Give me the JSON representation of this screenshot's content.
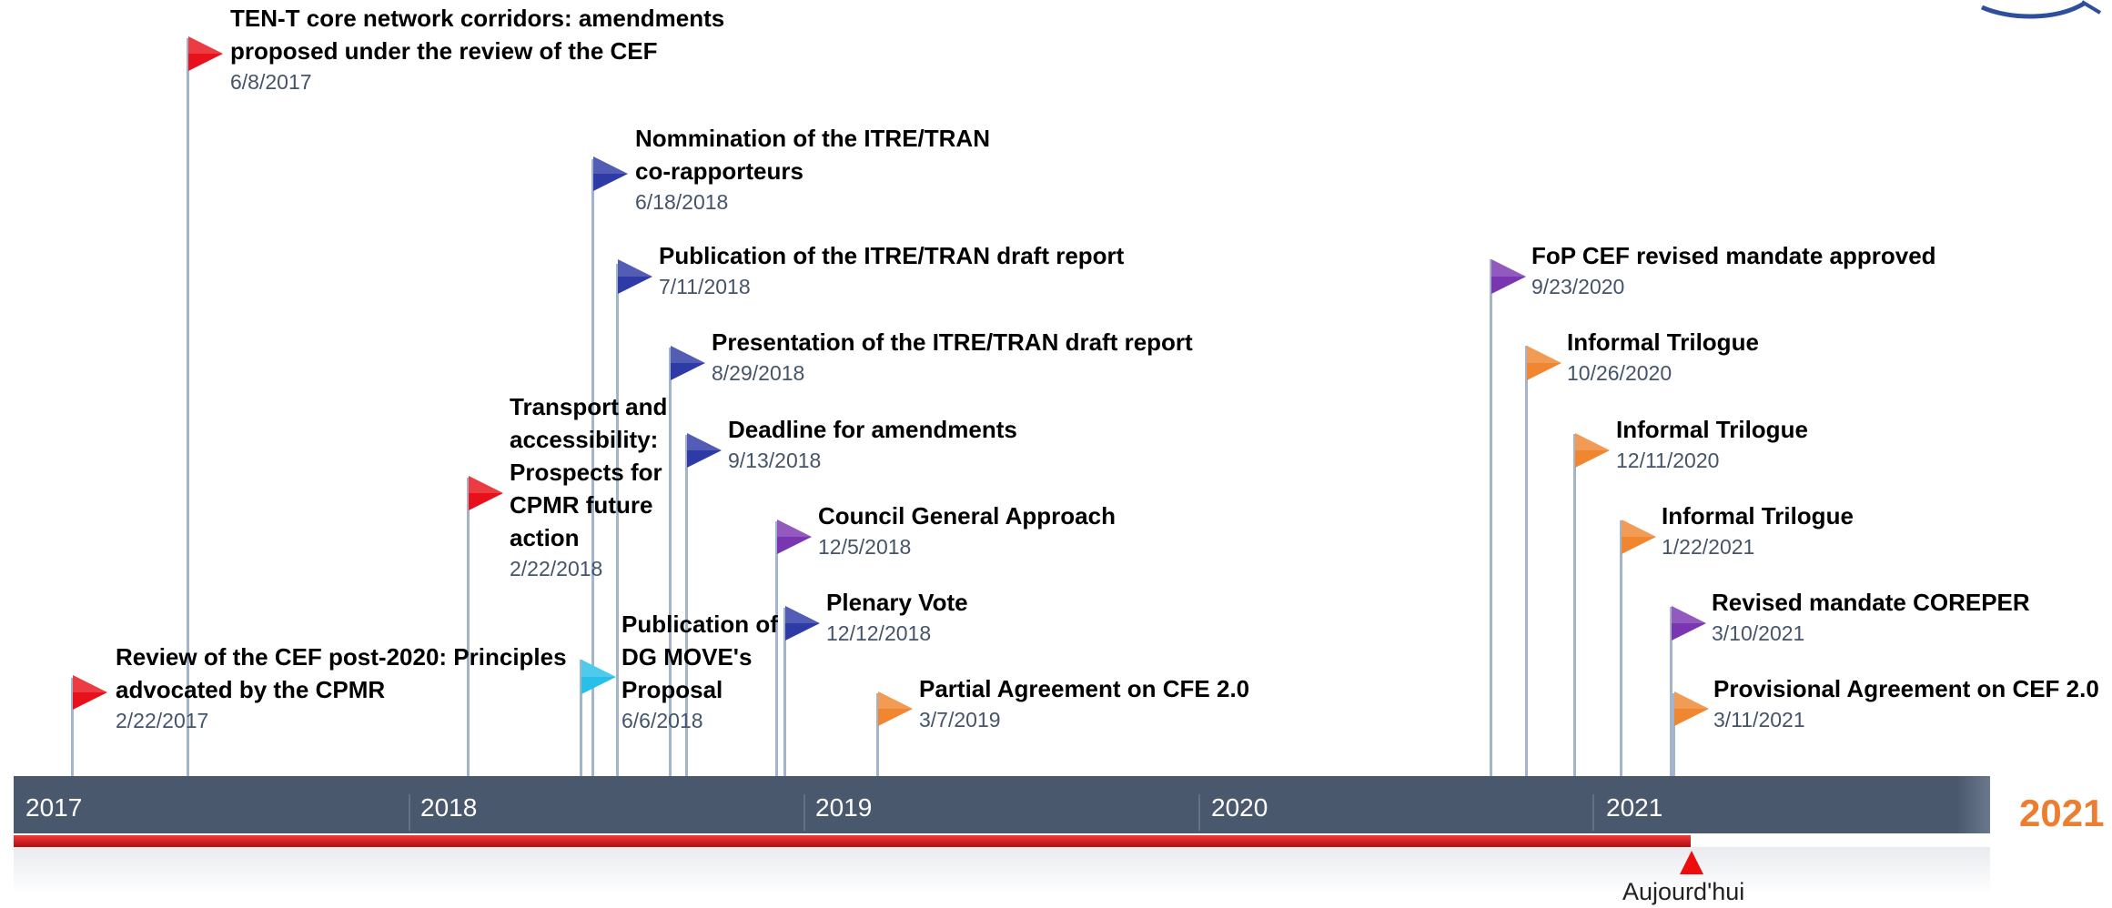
{
  "timeline": {
    "years": [
      "2017",
      "2018",
      "2019",
      "2020",
      "2021"
    ],
    "end_year_label": "2021",
    "today_label": "Aujourd'hui",
    "colors": {
      "band": "#4a586e",
      "progress": "#e31b1b",
      "end_year": "#ed7d31",
      "date_text": "#44546a",
      "flag_red": "#e8101a",
      "flag_navy": "#2e3aa6",
      "flag_purple": "#7a36b0",
      "flag_orange": "#f0862f",
      "flag_cyan": "#28bfe8"
    },
    "events": [
      {
        "title_lines": [
          "TEN-T core network corridors: amendments",
          "proposed under the review of the CEF"
        ],
        "date": "6/8/2017",
        "flag_color": "red"
      },
      {
        "title_lines": [
          "Nommination of the ITRE/TRAN",
          "co-rapporteurs"
        ],
        "date": "6/18/2018",
        "flag_color": "navy"
      },
      {
        "title_lines": [
          "Publication of the ITRE/TRAN draft report"
        ],
        "date": "7/11/2018",
        "flag_color": "navy"
      },
      {
        "title_lines": [
          "Presentation of the ITRE/TRAN draft report"
        ],
        "date": "8/29/2018",
        "flag_color": "navy"
      },
      {
        "title_lines": [
          "Transport and",
          "accessibility:",
          "Prospects for",
          "CPMR future",
          "action"
        ],
        "date": "2/22/2018",
        "flag_color": "red"
      },
      {
        "title_lines": [
          "Deadline for amendments"
        ],
        "date": "9/13/2018",
        "flag_color": "navy"
      },
      {
        "title_lines": [
          "Council General Approach"
        ],
        "date": "12/5/2018",
        "flag_color": "purple"
      },
      {
        "title_lines": [
          "Plenary Vote"
        ],
        "date": "12/12/2018",
        "flag_color": "navy"
      },
      {
        "title_lines": [
          "Publication of",
          "DG MOVE's",
          "Proposal"
        ],
        "date": "6/6/2018",
        "flag_color": "cyan"
      },
      {
        "title_lines": [
          "Review of the CEF post-2020: Principles",
          "advocated by the CPMR"
        ],
        "date": "2/22/2017",
        "flag_color": "red"
      },
      {
        "title_lines": [
          "Partial Agreement on CFE 2.0"
        ],
        "date": "3/7/2019",
        "flag_color": "orange"
      },
      {
        "title_lines": [
          "FoP CEF revised mandate approved"
        ],
        "date": "9/23/2020",
        "flag_color": "purple"
      },
      {
        "title_lines": [
          "Informal Trilogue"
        ],
        "date": "10/26/2020",
        "flag_color": "orange"
      },
      {
        "title_lines": [
          "Informal Trilogue"
        ],
        "date": "12/11/2020",
        "flag_color": "orange"
      },
      {
        "title_lines": [
          "Informal Trilogue"
        ],
        "date": "1/22/2021",
        "flag_color": "orange"
      },
      {
        "title_lines": [
          "Revised mandate COREPER"
        ],
        "date": "3/10/2021",
        "flag_color": "purple"
      },
      {
        "title_lines": [
          "Provisional Agreement on CEF 2.0"
        ],
        "date": "3/11/2021",
        "flag_color": "orange"
      }
    ]
  }
}
